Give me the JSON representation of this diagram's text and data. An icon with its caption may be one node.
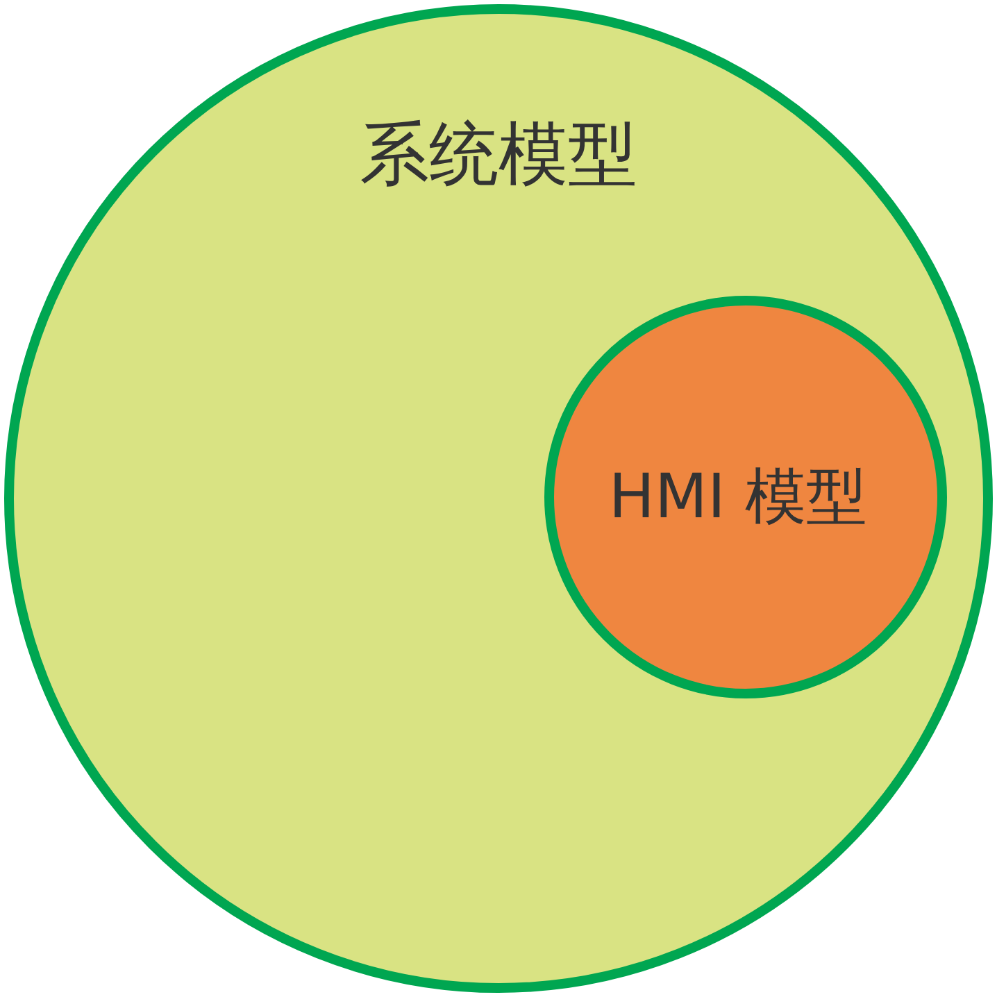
{
  "diagram": {
    "nodes": [
      {
        "text": [
          "系统模型"
        ]
      },
      {
        "text": [
          "HMI 模型"
        ],
        "in": 0
      }
    ]
  }
}
